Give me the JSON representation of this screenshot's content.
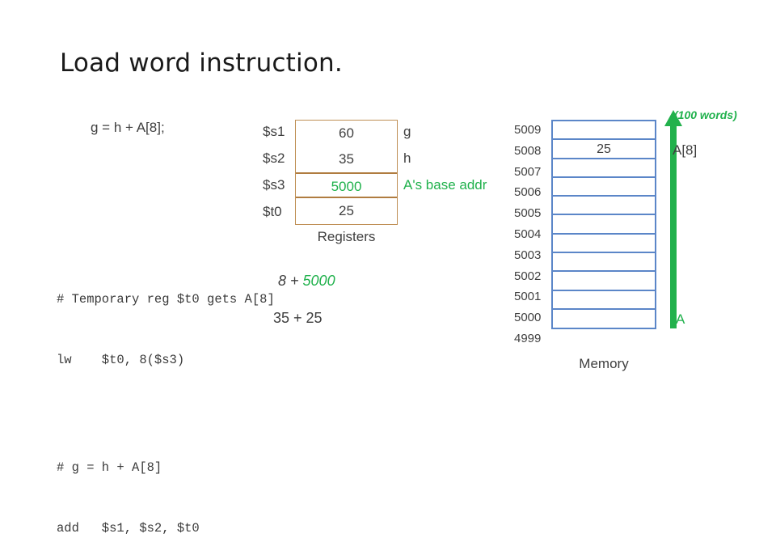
{
  "slide": {
    "title": "Load word instruction."
  },
  "c_code": {
    "source_line": "g = h + A[8];"
  },
  "asm_code": {
    "lines": [
      "# Temporary reg $t0 gets A[8]",
      "lw    $t0, 8($s3)",
      "",
      "# g = h + A[8]",
      "add   $s1, $s2, $t0"
    ]
  },
  "annotations": {
    "address_calc_prefix": "8 + ",
    "address_calc_base": "5000",
    "sum_calc": "35 + 25"
  },
  "registers": {
    "caption": "Registers",
    "border_color": "#bf8f55",
    "highlight_color": "#20b14c",
    "rows": [
      {
        "name": "$s1",
        "value": "60",
        "label": "g"
      },
      {
        "name": "$s2",
        "value": "35",
        "label": "h"
      },
      {
        "name": "$s3",
        "value": "5000",
        "label": "A's base addr"
      },
      {
        "name": "$t0",
        "value": "25",
        "label": ""
      }
    ]
  },
  "memory": {
    "caption": "Memory",
    "border_color": "#5b86c8",
    "rows": [
      {
        "address": "5009",
        "value": ""
      },
      {
        "address": "5008",
        "value": "25"
      },
      {
        "address": "5007",
        "value": ""
      },
      {
        "address": "5006",
        "value": ""
      },
      {
        "address": "5005",
        "value": ""
      },
      {
        "address": "5004",
        "value": ""
      },
      {
        "address": "5003",
        "value": ""
      },
      {
        "address": "5002",
        "value": ""
      },
      {
        "address": "5001",
        "value": ""
      },
      {
        "address": "5000",
        "value": ""
      },
      {
        "address": "4999",
        "value": ""
      }
    ]
  },
  "array_span": {
    "note": "(100 words)",
    "element_label": "A[8]",
    "base_label": "A",
    "arrow_color": "#22b14c"
  }
}
